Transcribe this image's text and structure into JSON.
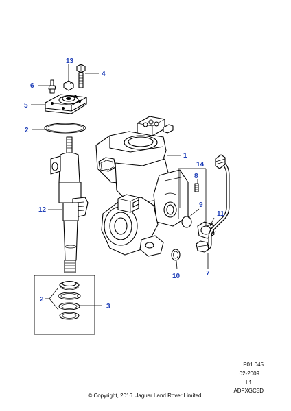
{
  "callouts": {
    "c13": "13",
    "c4": "4",
    "c6": "6",
    "c5": "5",
    "c2a": "2",
    "c1": "1",
    "c14": "14",
    "c8": "8",
    "c9": "9",
    "c11": "11",
    "c12": "12",
    "c10": "10",
    "c7": "7",
    "c2b": "2",
    "c3": "3"
  },
  "footer": {
    "ref": "P01.045",
    "date": "02-2009",
    "level": "L1",
    "code": "ADFXGC5D",
    "copyright": "© Copyright, 2016. Jaguar Land Rover Limited."
  },
  "colors": {
    "callout": "#1f3fb8",
    "line": "#000000",
    "background": "#ffffff"
  }
}
